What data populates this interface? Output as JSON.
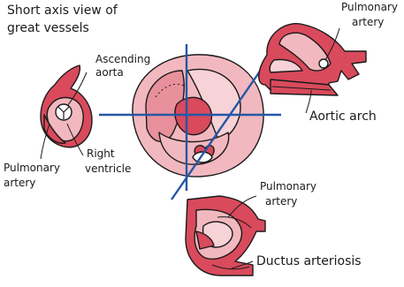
{
  "labels": {
    "title_line1": "Short axis view of",
    "title_line2": "great vessels",
    "ascending_aorta_line1": "Ascending",
    "ascending_aorta_line2": "aorta",
    "right_ventricle_line1": "Right",
    "right_ventricle_line2": "ventricle",
    "pulmonary_artery_left_line1": "Pulmonary",
    "pulmonary_artery_left_line2": "artery",
    "pulmonary_artery_right_line1": "Pulmonary",
    "pulmonary_artery_right_line2": "artery",
    "aortic_arch": "Aortic arch",
    "pulmonary_artery_bottom_line1": "Pulmonary",
    "pulmonary_artery_bottom_line2": "artery",
    "ductus_arteriosis": "Ductus arteriosis"
  },
  "colors": {
    "tissue_dark": "#d94a5c",
    "tissue_light": "#f2b8bf",
    "tissue_mid": "#e8909b",
    "probe_line": "#2457a6",
    "outline": "#1a1a1a"
  }
}
